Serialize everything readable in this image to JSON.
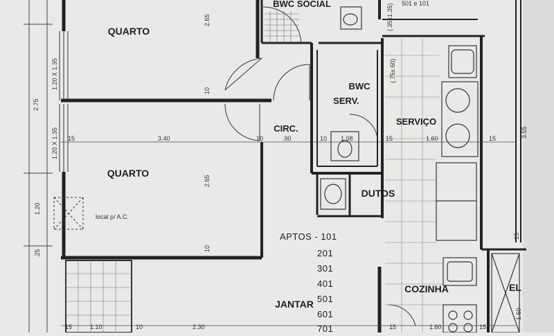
{
  "rooms": {
    "quarto_top": "QUARTO",
    "quarto_bottom": "QUARTO",
    "bwc_social": "BWC SOCIAL",
    "bwc_serv_line1": "BWC",
    "bwc_serv_line2": "SERV.",
    "circ": "CIRC.",
    "servico": "SERVIÇO",
    "dutos": "DUTOS",
    "cozinha": "COZINHA",
    "jantar": "JANTAR",
    "el": "EL"
  },
  "notes": {
    "ac": "local p/ A.C.",
    "aptos_label": "APTOS - 101",
    "aptos_list": [
      "201",
      "301",
      "401",
      "501",
      "601",
      "701"
    ]
  },
  "window_labels": {
    "w1": "1.20 X 1.35",
    "w2": "1.20 X 1.35",
    "w3": "(.75x.60)",
    "w4": "(.35x1.35)",
    "top_right": "501 e 101"
  },
  "dimensions": {
    "left_275": "2.75",
    "left_120": "1.20",
    "left_25": ".25",
    "q1_height": "2.65",
    "q2_height": "2.65",
    "q1_10": "10",
    "q2_10": "10",
    "mid_15": "15",
    "mid_340": "3.40",
    "mid_10a": "10",
    "mid_90": ".90",
    "mid_10b": "10",
    "mid_108": "1.08",
    "mid_15b": "15",
    "mid_160": "1.60",
    "mid_15c": "15",
    "right_355": "3.55",
    "right_15": "15",
    "bot_15a": "15",
    "bot_110": "1.10",
    "bot_10": "10",
    "bot_230": "2.30",
    "bot_15b": "15",
    "bot_160": "1.60",
    "bot_15c": "15",
    "right_160": "1.60"
  }
}
